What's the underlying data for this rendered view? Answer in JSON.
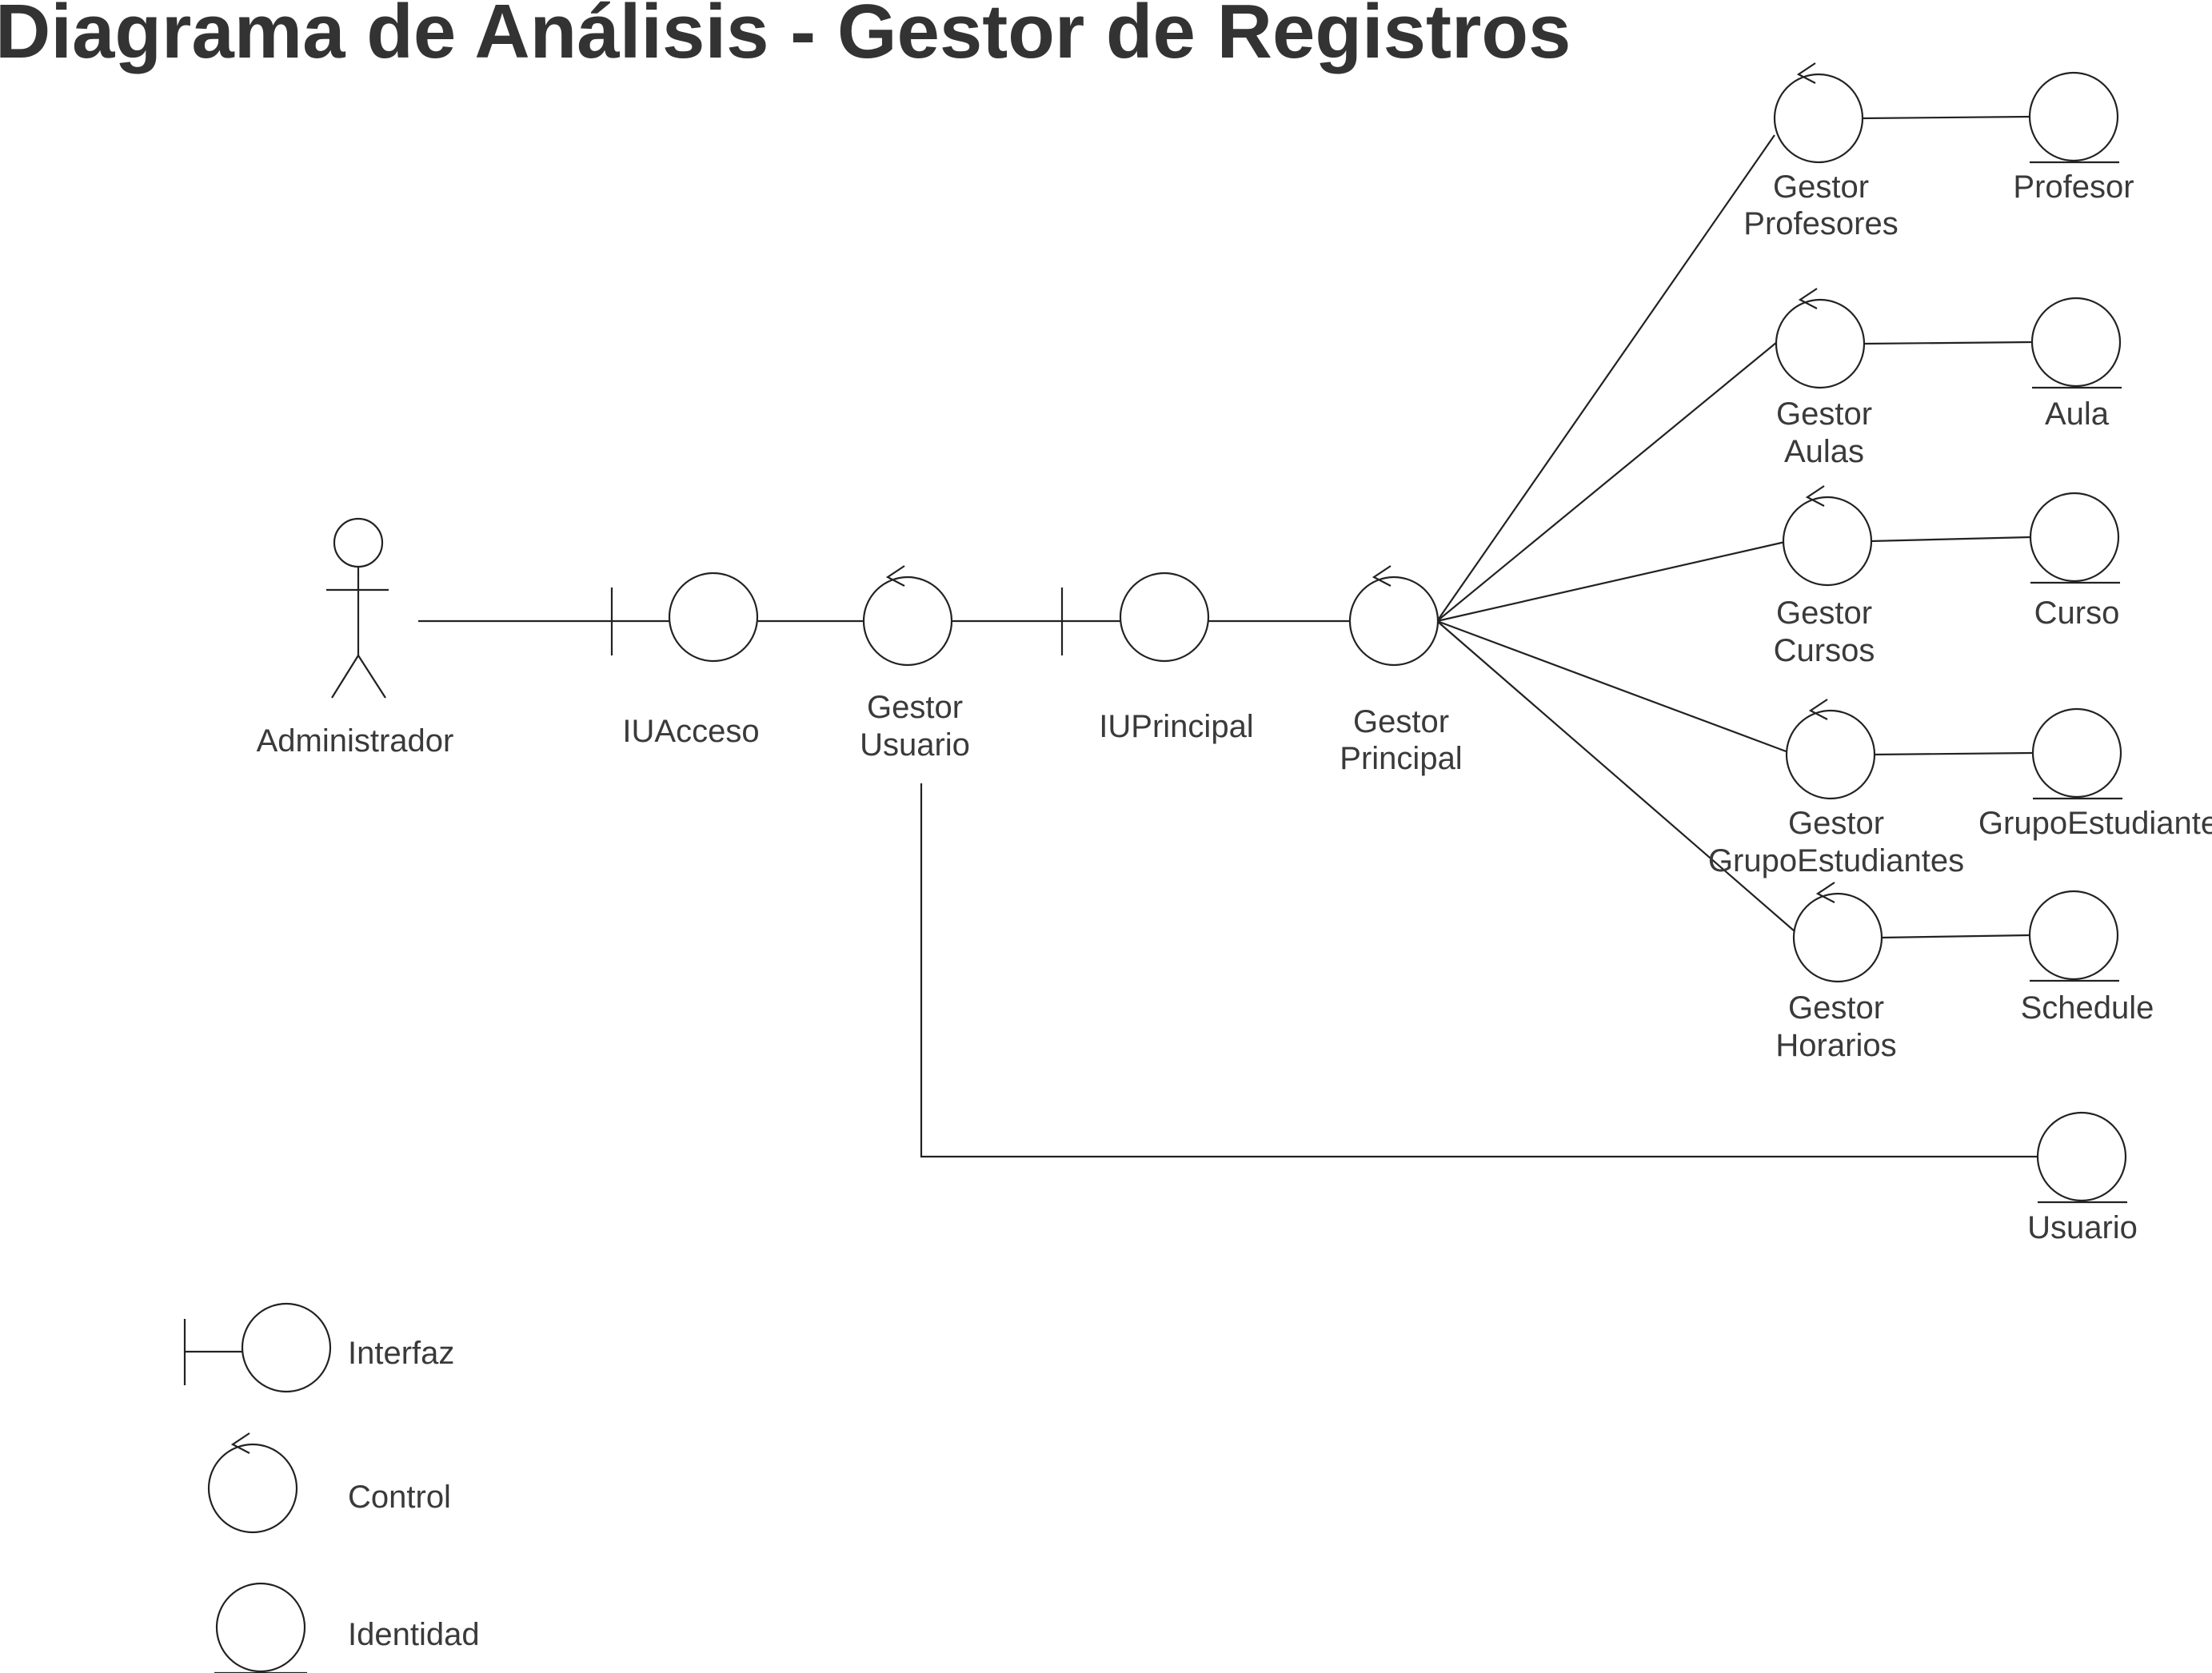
{
  "title": "Diagrama de Análisis - Gestor de Registros",
  "nodes": {
    "administrador": {
      "kind": "actor",
      "label_lines": [
        "Administrador"
      ]
    },
    "iu_acceso": {
      "kind": "interface",
      "label_lines": [
        "IUAcceso"
      ]
    },
    "gestor_usuario": {
      "kind": "control",
      "label_lines": [
        "Gestor",
        "Usuario"
      ]
    },
    "iu_principal": {
      "kind": "interface",
      "label_lines": [
        "IUPrincipal"
      ]
    },
    "gestor_principal": {
      "kind": "control",
      "label_lines": [
        "Gestor",
        "Principal"
      ]
    },
    "gestor_profesores": {
      "kind": "control",
      "label_lines": [
        "Gestor",
        "Profesores"
      ]
    },
    "gestor_aulas": {
      "kind": "control",
      "label_lines": [
        "Gestor",
        "Aulas"
      ]
    },
    "gestor_cursos": {
      "kind": "control",
      "label_lines": [
        "Gestor",
        "Cursos"
      ]
    },
    "gestor_grupo_estudiantes": {
      "kind": "control",
      "label_lines": [
        "Gestor",
        "GrupoEstudiantes"
      ]
    },
    "gestor_horarios": {
      "kind": "control",
      "label_lines": [
        "Gestor",
        "Horarios"
      ]
    },
    "profesor": {
      "kind": "entity",
      "label_lines": [
        "Profesor"
      ]
    },
    "aula": {
      "kind": "entity",
      "label_lines": [
        "Aula"
      ]
    },
    "curso": {
      "kind": "entity",
      "label_lines": [
        "Curso"
      ]
    },
    "grupo_estudiante": {
      "kind": "entity",
      "label_lines": [
        "GrupoEstudiante"
      ]
    },
    "schedule": {
      "kind": "entity",
      "label_lines": [
        "Schedule"
      ]
    },
    "usuario": {
      "kind": "entity",
      "label_lines": [
        "Usuario"
      ]
    }
  },
  "connections": [
    [
      "administrador",
      "iu_acceso"
    ],
    [
      "iu_acceso",
      "gestor_usuario"
    ],
    [
      "gestor_usuario",
      "iu_principal"
    ],
    [
      "iu_principal",
      "gestor_principal"
    ],
    [
      "gestor_principal",
      "gestor_profesores"
    ],
    [
      "gestor_principal",
      "gestor_aulas"
    ],
    [
      "gestor_principal",
      "gestor_cursos"
    ],
    [
      "gestor_principal",
      "gestor_grupo_estudiantes"
    ],
    [
      "gestor_principal",
      "gestor_horarios"
    ],
    [
      "gestor_profesores",
      "profesor"
    ],
    [
      "gestor_aulas",
      "aula"
    ],
    [
      "gestor_cursos",
      "curso"
    ],
    [
      "gestor_grupo_estudiantes",
      "grupo_estudiante"
    ],
    [
      "gestor_horarios",
      "schedule"
    ],
    [
      "gestor_usuario",
      "usuario"
    ]
  ],
  "legend": {
    "interface_label": "Interfaz",
    "control_label": "Control",
    "entity_label": "Identidad"
  }
}
